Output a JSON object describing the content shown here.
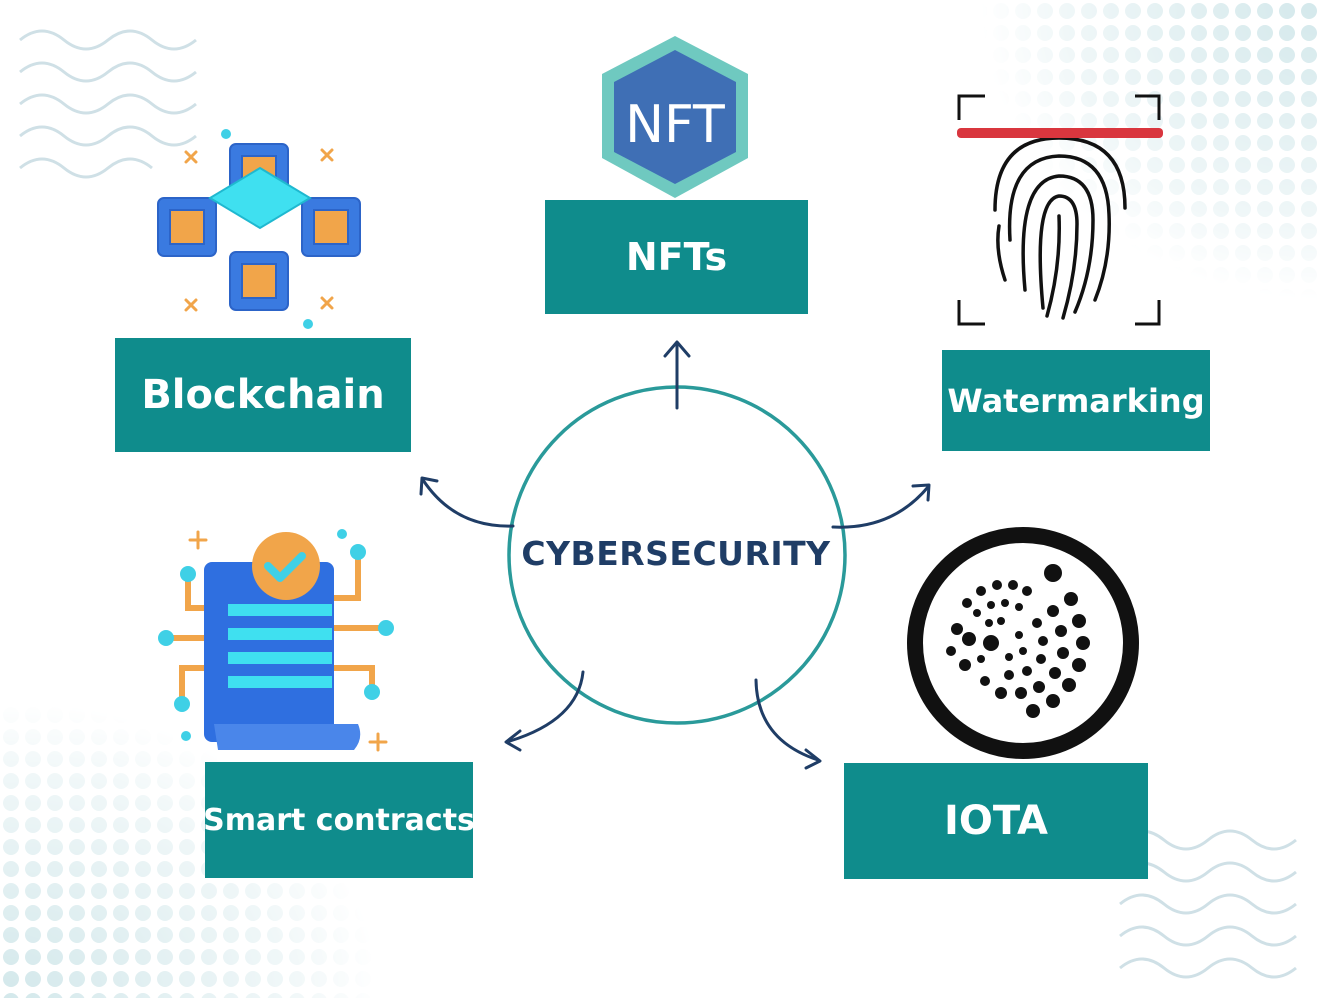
{
  "center": {
    "label": "CYBERSECURITY"
  },
  "nodes": {
    "nft": {
      "label": "NFTs",
      "icon_text": "NFT",
      "icon": "nft-hexagon-icon"
    },
    "blockchain": {
      "label": "Blockchain",
      "icon": "blockchain-cubes-icon"
    },
    "watermarking": {
      "label": "Watermarking",
      "icon": "fingerprint-scan-icon"
    },
    "smart_contracts": {
      "label": "Smart contracts",
      "icon": "contract-document-icon"
    },
    "iota": {
      "label": "IOTA",
      "icon": "iota-logo-icon"
    }
  },
  "colors": {
    "box": "#0f8c8c",
    "circle": "#2a9a9a",
    "center_text": "#1f3d66",
    "arrow": "#1f3d66",
    "decor": "#cfe7ea"
  }
}
